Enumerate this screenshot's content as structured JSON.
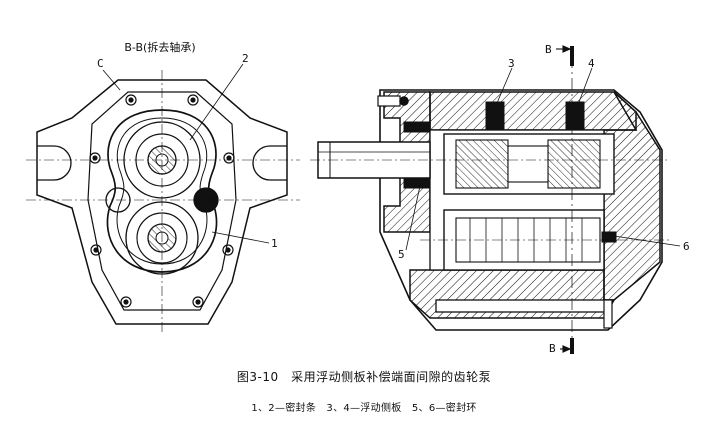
{
  "section_label": "B-B(拆去轴承)",
  "labels": {
    "c": "C",
    "n2": "2",
    "n1": "1",
    "n3": "3",
    "n4": "4",
    "n5": "5",
    "n6": "6",
    "b_top": "B",
    "b_bottom": "B"
  },
  "caption": {
    "title": "图3-10　采用浮动侧板补偿端面间隙的齿轮泵",
    "legend": "1、2—密封条　3、4—浮动侧板　5、6—密封环"
  }
}
